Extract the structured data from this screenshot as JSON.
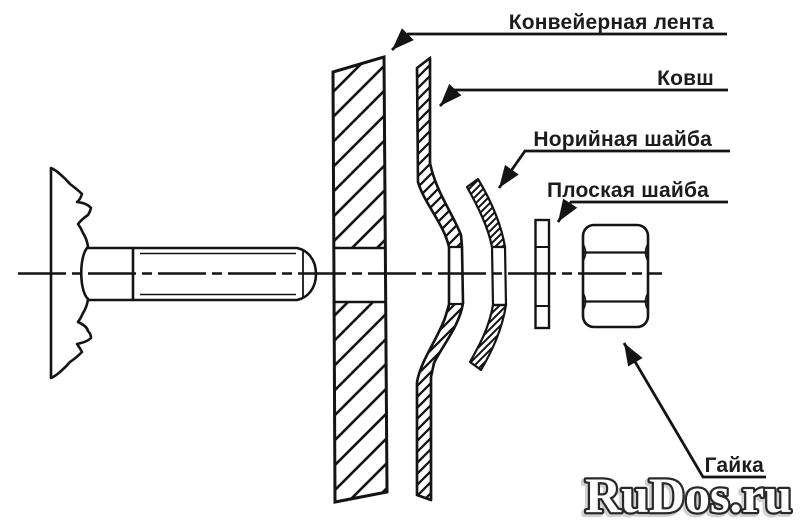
{
  "background": "#ffffff",
  "line_color": "#141414",
  "label_color": "#1c1c1c",
  "callouts": [
    {
      "name": "conveyor-belt",
      "label": "Конвейерная лента"
    },
    {
      "name": "bucket",
      "label": "Ковш"
    },
    {
      "name": "elevator-washer",
      "label": "Норийная шайба"
    },
    {
      "name": "flat-washer",
      "label": "Плоская шайба"
    },
    {
      "name": "nut",
      "label": "Гайка"
    }
  ],
  "watermark": {
    "text": "RuDos.ru",
    "fill": "#ffffff",
    "outline": "#28282e",
    "shadow": "#9b9b9b"
  }
}
